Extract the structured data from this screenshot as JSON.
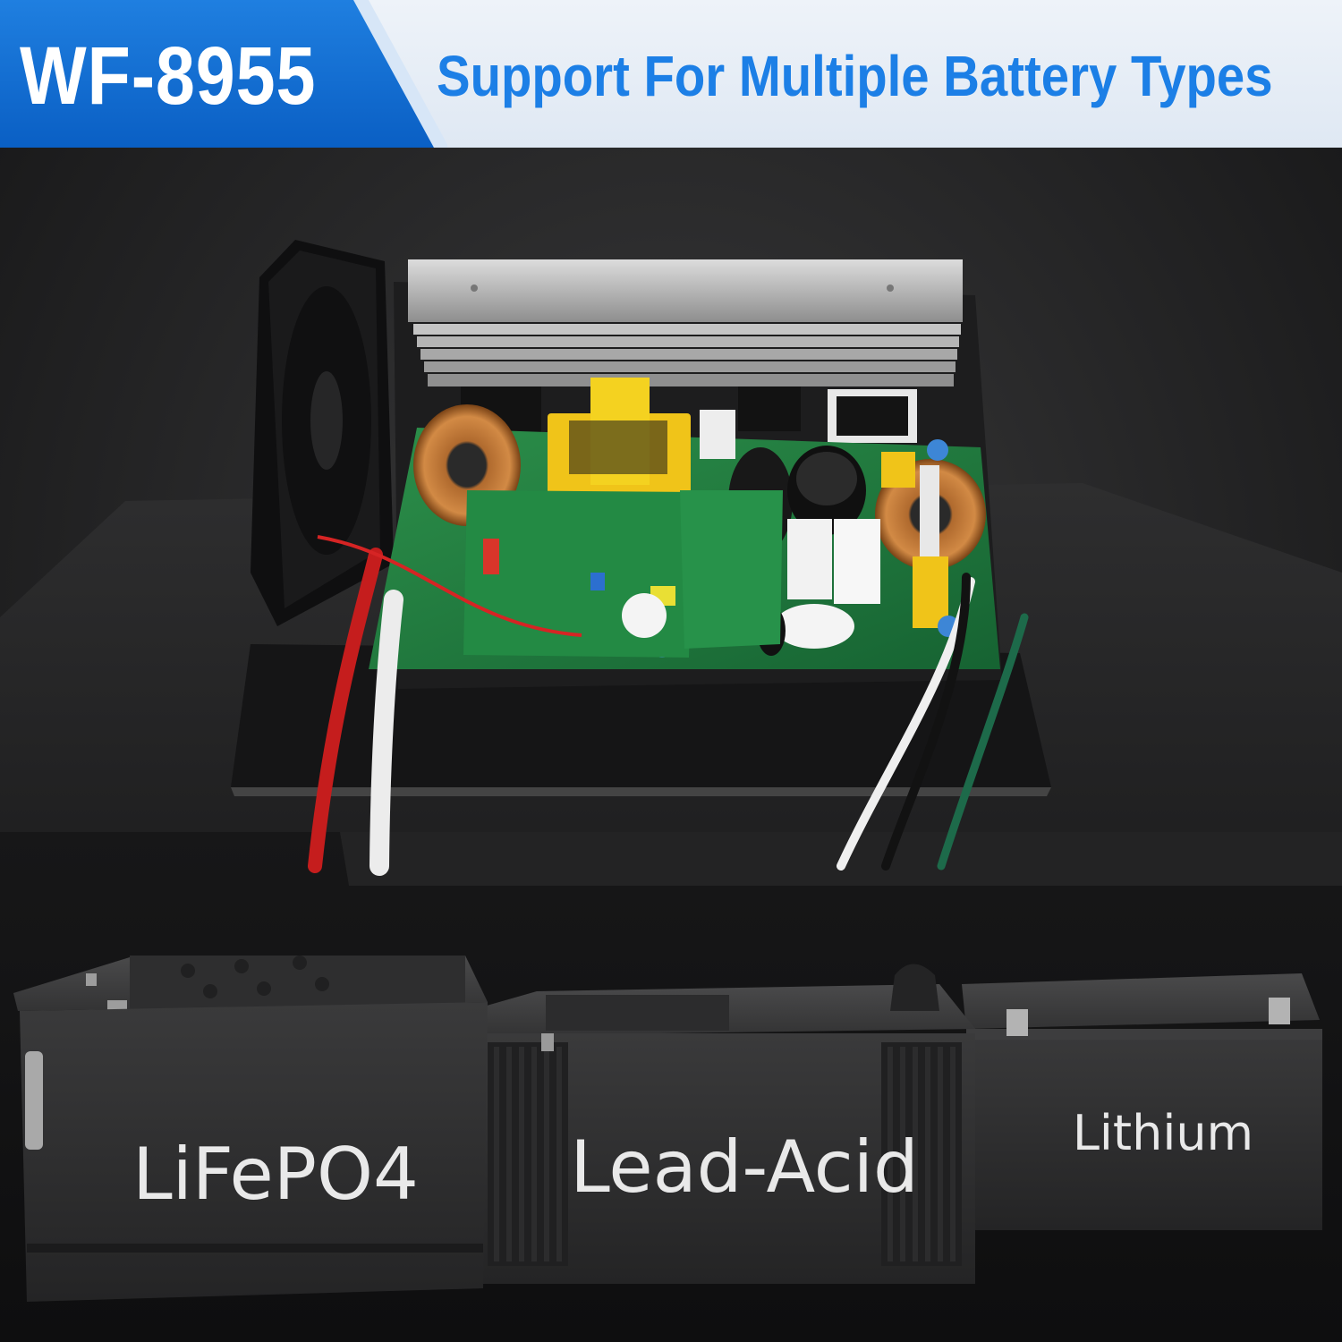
{
  "header": {
    "model": "WF-8955",
    "headline": "Support For Multiple Battery Types"
  },
  "batteries": [
    {
      "label": "LiFePO4"
    },
    {
      "label": "Lead-Acid"
    },
    {
      "label": "Lithium"
    }
  ],
  "colors": {
    "brand_blue": "#0a5fc4",
    "headline_blue": "#1c7fe6",
    "pcb_green": "#1f7a3e",
    "background": "#252526"
  },
  "icons": [
    "fan-icon",
    "heatsink-icon",
    "circuit-board-icon",
    "battery-icon"
  ]
}
